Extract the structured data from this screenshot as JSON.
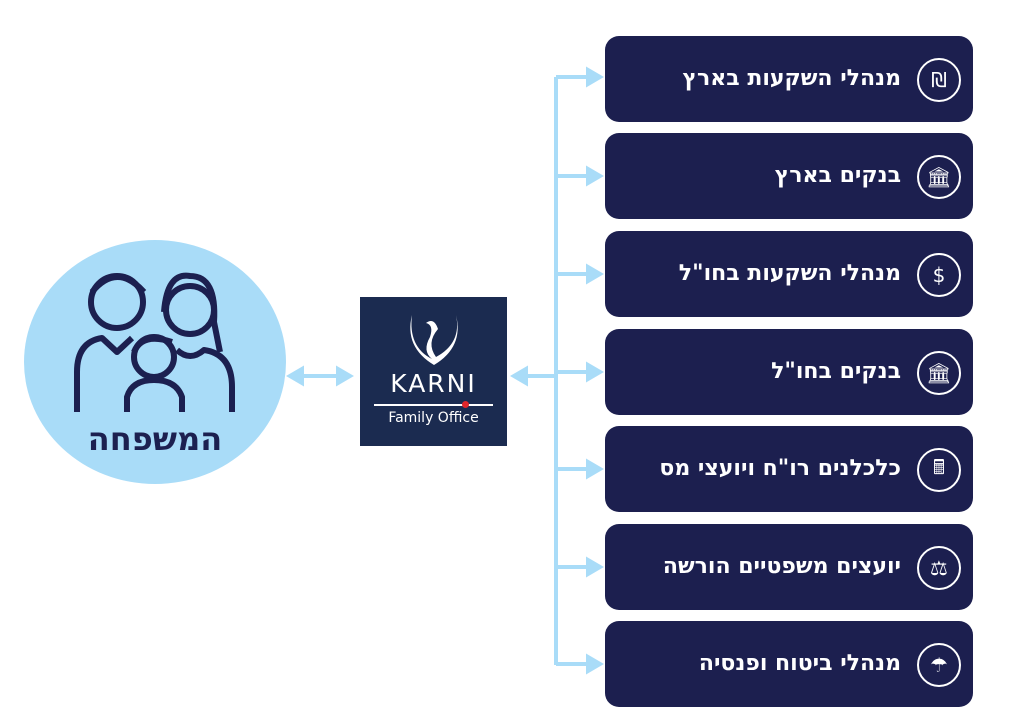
{
  "family": {
    "label": "המשפחה"
  },
  "logo": {
    "name": "KARNI",
    "subtitle": "Family Office"
  },
  "colors": {
    "box": "#1c1f4f",
    "connector": "#a9dcf8",
    "logo_bg": "#1b2b50"
  },
  "services": [
    {
      "label": "מנהלי השקעות בארץ",
      "icon": "shekel-money-bag-icon",
      "glyph": "₪"
    },
    {
      "label": "בנקים בארץ",
      "icon": "bank-icon",
      "glyph": "🏛"
    },
    {
      "label": "מנהלי השקעות בחו\"ל",
      "icon": "dollar-money-bag-icon",
      "glyph": "$"
    },
    {
      "label": "בנקים בחו\"ל",
      "icon": "bank-icon",
      "glyph": "🏛"
    },
    {
      "label": "כלכלנים רו\"ח ויועצי מס",
      "icon": "calculator-icon",
      "glyph": "🖩"
    },
    {
      "label": "יועצים משפטיים הורשה",
      "icon": "scales-icon",
      "glyph": "⚖"
    },
    {
      "label": "מנהלי ביטוח ופנסיה",
      "icon": "umbrella-icon",
      "glyph": "☂"
    }
  ]
}
